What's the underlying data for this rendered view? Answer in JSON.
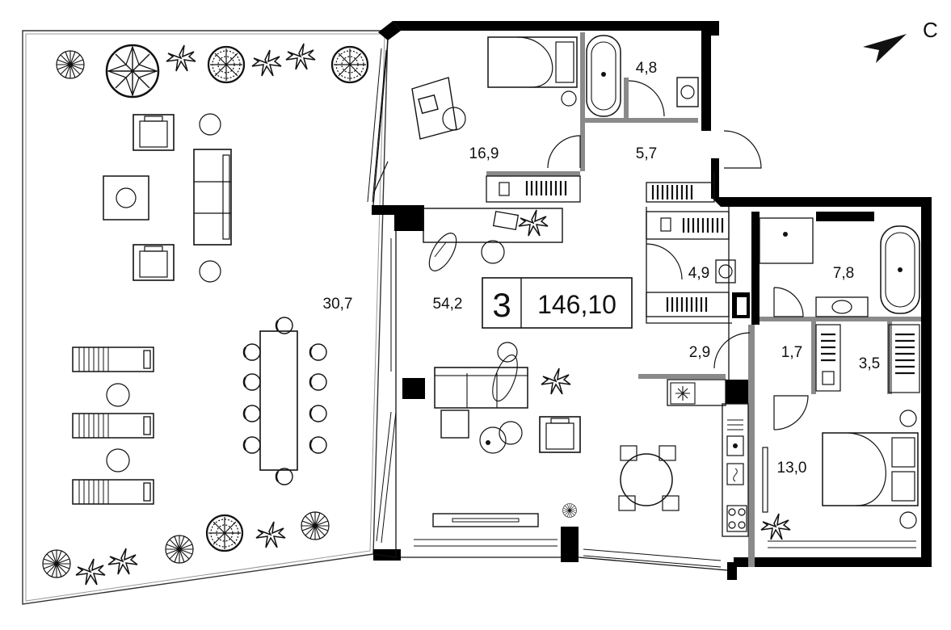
{
  "compass": {
    "letter": "С"
  },
  "badge": {
    "rooms": "3",
    "area": "146,10"
  },
  "rooms": [
    {
      "id": "terrace",
      "area": "30,7"
    },
    {
      "id": "study",
      "area": "16,9"
    },
    {
      "id": "bath-1",
      "area": "4,8"
    },
    {
      "id": "hall-1",
      "area": "5,7"
    },
    {
      "id": "living",
      "area": "54,2"
    },
    {
      "id": "closet-1",
      "area": "4,9"
    },
    {
      "id": "bath-2",
      "area": "7,8"
    },
    {
      "id": "hall-2",
      "area": "2,9"
    },
    {
      "id": "hall-3",
      "area": "1,7"
    },
    {
      "id": "closet-2",
      "area": "3,5"
    },
    {
      "id": "bedroom",
      "area": "13,0"
    }
  ],
  "colors": {
    "wall": "#000000",
    "partition": "#8a8a8a",
    "line": "#111111",
    "background": "#ffffff"
  },
  "icons": [
    "tree-icon",
    "palm-icon",
    "armchair-icon",
    "sofa-icon",
    "table-icon",
    "sunbed-icon",
    "bed-icon",
    "bathtub-icon",
    "sink-icon",
    "toilet-icon",
    "stove-icon",
    "fridge-icon",
    "desk-icon",
    "wardrobe-icon",
    "compass-arrow-icon"
  ]
}
